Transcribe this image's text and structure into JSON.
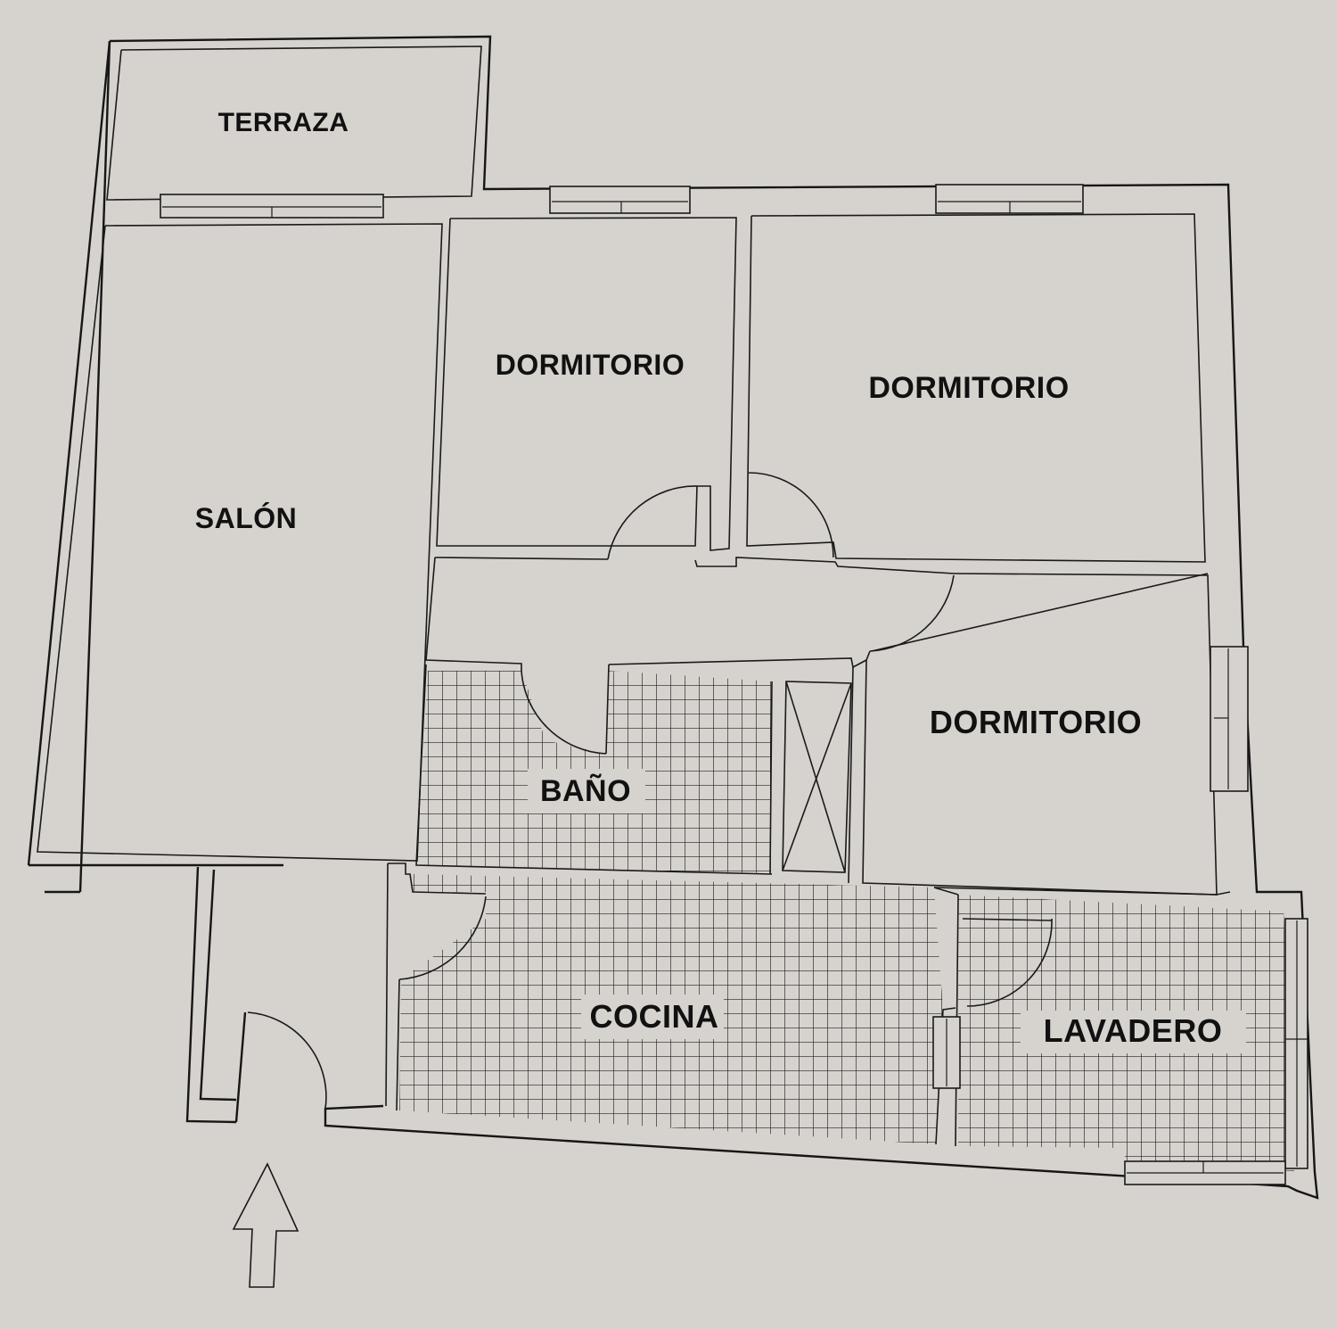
{
  "rooms": {
    "terraza": "TERRAZA",
    "salon": "SALÓN",
    "dormitorio_1": "DORMITORIO",
    "dormitorio_2": "DORMITORIO",
    "dormitorio_3": "DORMITORIO",
    "bano": "BAÑO",
    "cocina": "COCINA",
    "lavadero": "LAVADERO"
  },
  "icons": {
    "entrance": "arrow-up-icon",
    "shaft": "crossed-box-icon"
  },
  "colors": {
    "paper": "#d6d3ce",
    "ink": "#161616"
  }
}
